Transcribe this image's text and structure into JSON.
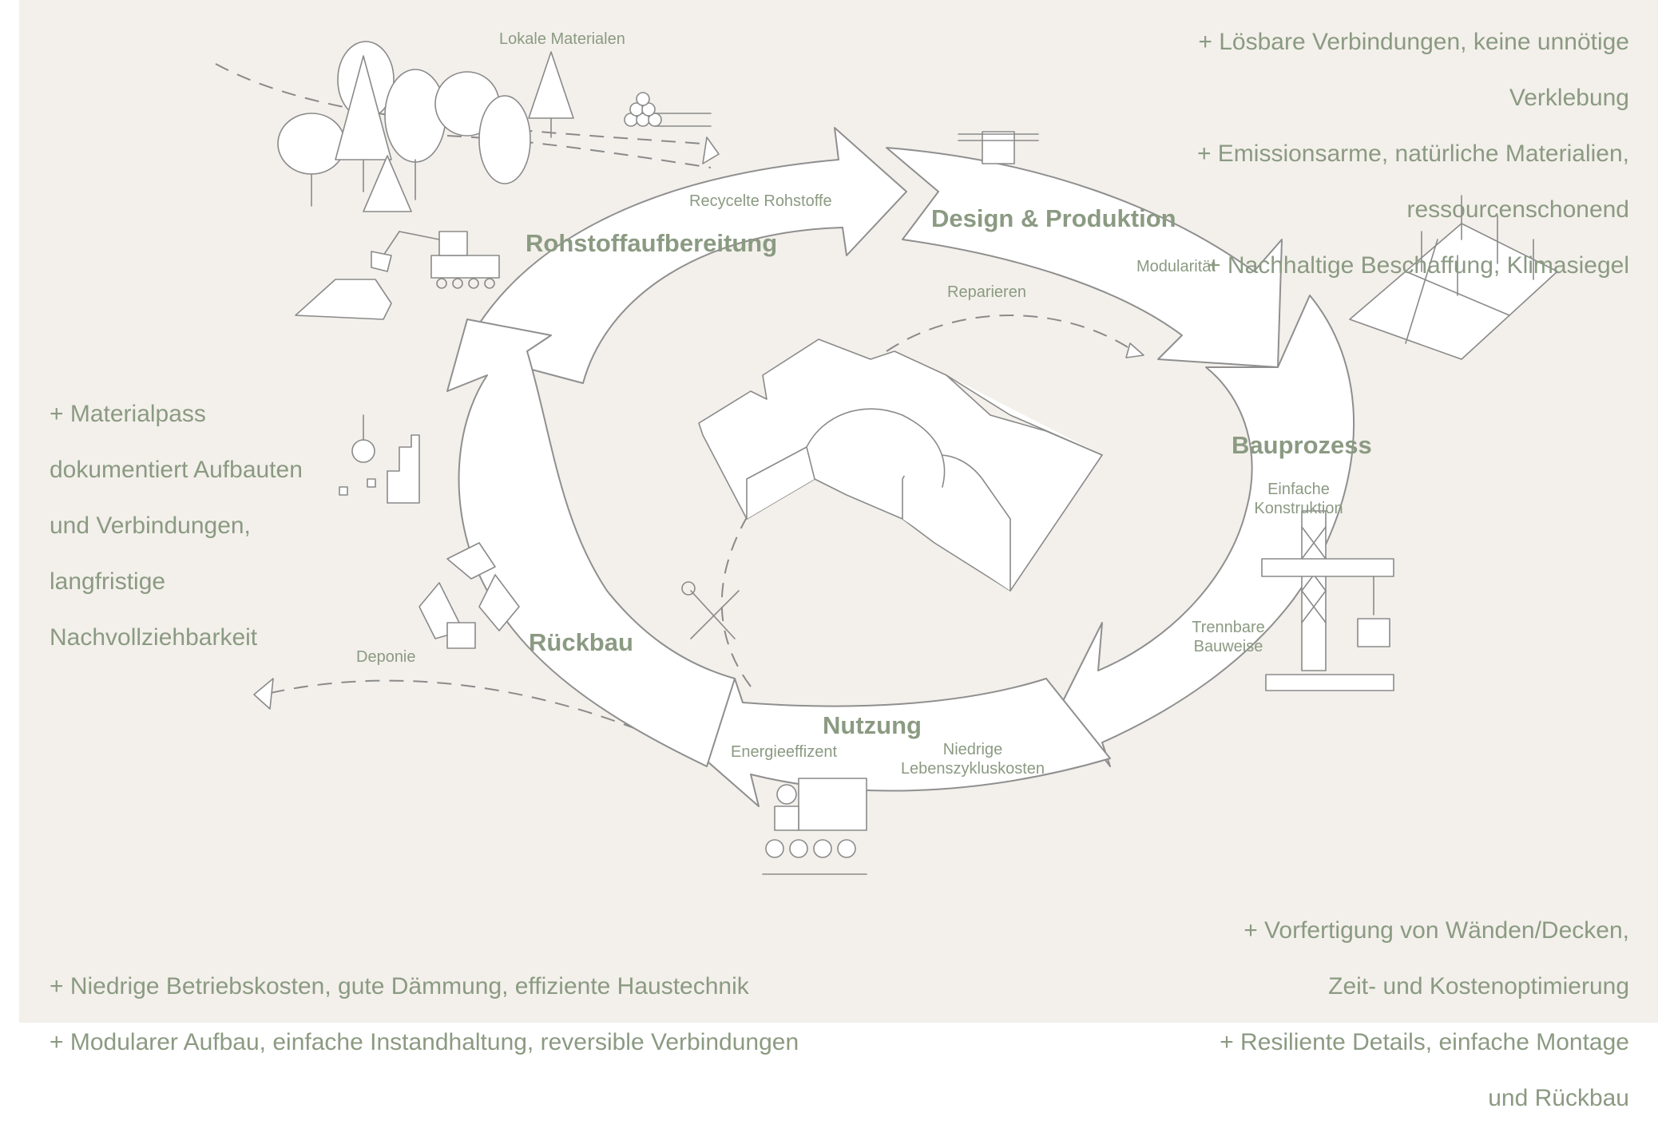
{
  "notes": {
    "top_right": [
      "+ Lösbare Verbindungen, keine unnötige",
      "Verklebung",
      "+ Emissionsarme, natürliche Materialien,",
      "ressourcenschonend",
      "+ Nachhaltige Beschaffung, Klimasiegel"
    ],
    "left": [
      "+ Materialpass",
      "dokumentiert Aufbauten",
      "und Verbindungen,",
      "langfristige",
      "Nachvollziehbarkeit"
    ],
    "bottom_left": [
      "+ Niedrige Betriebskosten, gute Dämmung, effiziente Haustechnik",
      "+ Modularer Aufbau, einfache Instandhaltung, reversible Verbindungen"
    ],
    "bottom_right": [
      "+ Vorfertigung von Wänden/Decken,",
      "Zeit- und Kostenoptimierung",
      "+ Resiliente Details, einfache Montage",
      "und Rückbau"
    ]
  },
  "stages": {
    "rohstoff": "Rohstoffaufbereitung",
    "design": "Design & Produktion",
    "bau": "Bauprozess",
    "nutzung": "Nutzung",
    "rueckbau": "Rückbau"
  },
  "labels": {
    "lokale": "Lokale Materialen",
    "recycelte": "Recycelte Rohstoffe",
    "modularitaet": "Modularität",
    "reparieren": "Reparieren",
    "einfache_1": "Einfache",
    "einfache_2": "Konstruktion",
    "trennbare_1": "Trennbare",
    "trennbare_2": "Bauweise",
    "energie": "Energieeffizent",
    "niedrige_1": "Niedrige",
    "niedrige_2": "Lebenszykluskosten",
    "deponie": "Deponie"
  },
  "colors": {
    "background": "#f3f0eb",
    "text_green": "#8b9a82",
    "arrow_fill": "#ffffff",
    "stroke_gray": "#8a8a8a"
  },
  "icons": [
    "tree-icon",
    "log-pile-icon",
    "excavator-icon",
    "pencil-hand-icon",
    "modular-panel-icon",
    "crane-icon",
    "presentation-icon",
    "wrench-screwdriver-icon",
    "recycle-icon",
    "wrecking-ball-icon"
  ]
}
